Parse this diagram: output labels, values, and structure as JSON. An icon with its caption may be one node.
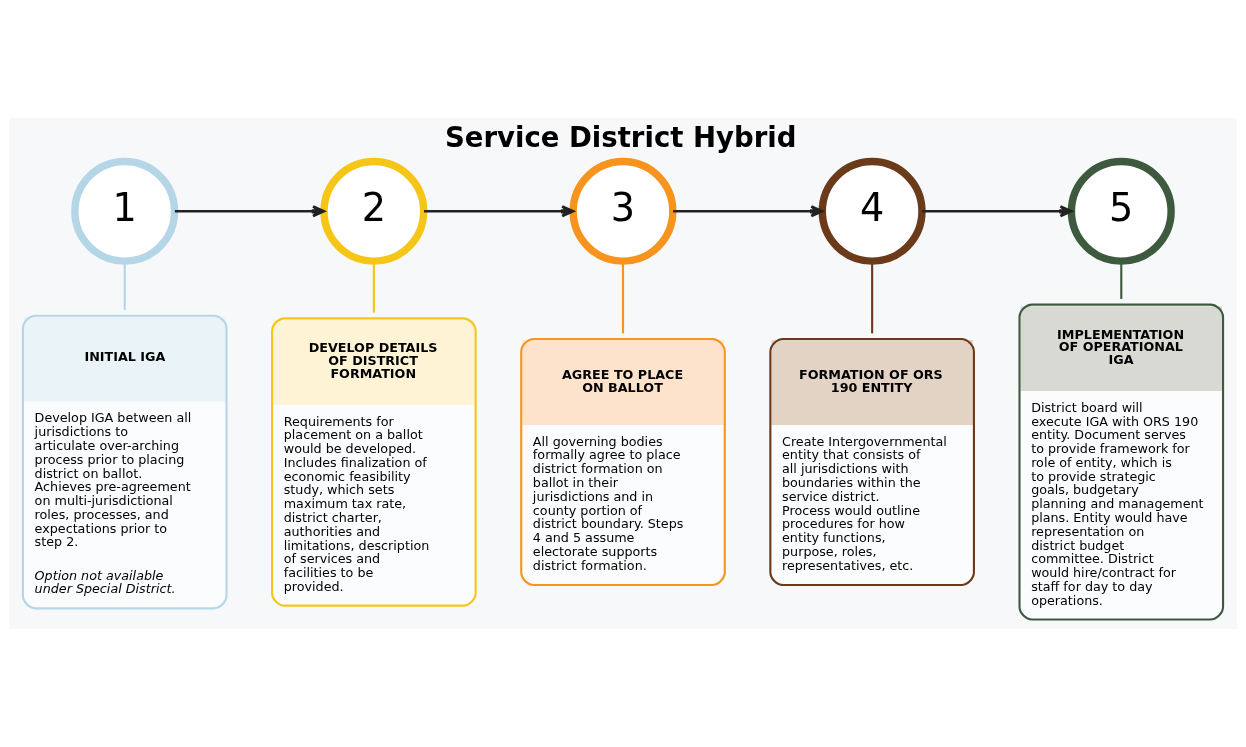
{
  "diagram": {
    "title": "Service District Hybrid",
    "nodes": [
      {
        "text": [
          "1"
        ]
      },
      {
        "text": [
          "2"
        ]
      },
      {
        "text": [
          "3"
        ]
      },
      {
        "text": [
          "4"
        ]
      },
      {
        "text": [
          "5"
        ]
      },
      {
        "text": [
          "INITIAL IGA",
          "Develop IGA between all jurisdictions to articulate over-arching process prior to placing district on ballot. Achieves pre-agreement on multi-jurisdictional roles, processes, and expectations prior to step 2.",
          "Option not available under Special District."
        ]
      },
      {
        "text": [
          "DEVELOP DETAILS OF DISTRICT FORMATION",
          "Requirements for placement on a ballot would be developed. Includes finalization of economic feasibility study, which sets maximum tax rate, district charter, authorities and limitations, description of services and facilities to be provided."
        ]
      },
      {
        "text": [
          "AGREE TO PLACE ON BALLOT",
          "All governing bodies formally agree to place district formation on ballot in their jurisdictions and in county portion of district boundary. Steps 4 and 5 assume electorate supports district formation."
        ]
      },
      {
        "text": [
          "FORMATION OF ORS 190 ENTITY",
          "Create Intergovernmental entity that consists of all jurisdictions with boundaries within the service district. Process would outline procedures for how entity functions, purpose, roles, representatives, etc."
        ]
      },
      {
        "text": [
          "IMPLEMENTATION OF OPERATIONAL IGA",
          "District board will execute IGA with ORS 190 entity. Document serves to provide framework for role of entity, which is to provide strategic goals, budgetary planning and management plans. Entity would have representation on district budget committee. District would hire/contract for staff for day to day operations."
        ]
      }
    ],
    "edges": [
      {
        "from": 0,
        "to": 1,
        "arrow": "to"
      },
      {
        "from": 1,
        "to": 2,
        "arrow": "to"
      },
      {
        "from": 2,
        "to": 3,
        "arrow": "to"
      },
      {
        "from": 3,
        "to": 4,
        "arrow": "to"
      },
      {
        "from": 0,
        "to": 5,
        "arrow": "none",
        "color": "#b5d6e6"
      },
      {
        "from": 1,
        "to": 6,
        "arrow": "none",
        "color": "#f5c518"
      },
      {
        "from": 2,
        "to": 7,
        "arrow": "none",
        "color": "#f7941d"
      },
      {
        "from": 3,
        "to": 8,
        "arrow": "none",
        "color": "#6b3a1a"
      },
      {
        "from": 4,
        "to": 9,
        "arrow": "none",
        "color": "#3e5a3e"
      }
    ]
  }
}
